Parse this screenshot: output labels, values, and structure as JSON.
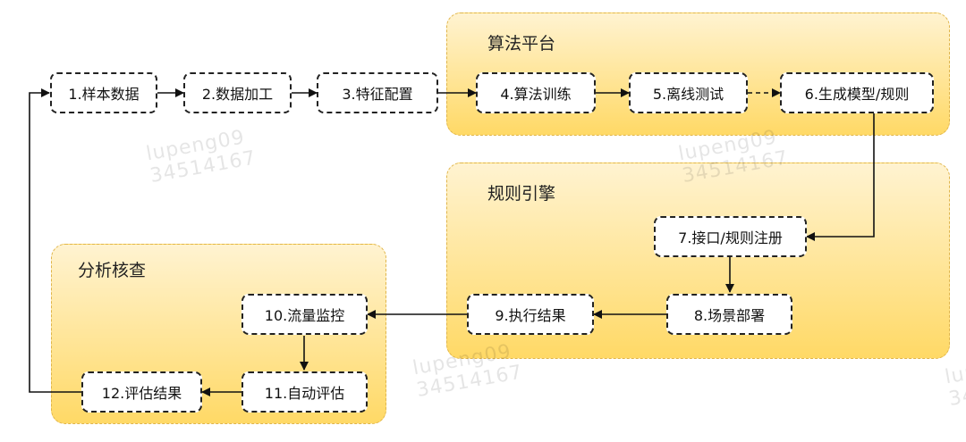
{
  "groups": {
    "algo": "算法平台",
    "rules": "规则引擎",
    "analysis": "分析核查"
  },
  "nodes": {
    "n1": "1.样本数据",
    "n2": "2.数据加工",
    "n3": "3.特征配置",
    "n4": "4.算法训练",
    "n5": "5.离线测试",
    "n6": "6.生成模型/规则",
    "n7": "7.接口/规则注册",
    "n8": "8.场景部署",
    "n9": "9.执行结果",
    "n10": "10.流量监控",
    "n11": "11.自动评估",
    "n12": "12.评估结果"
  },
  "watermark": {
    "user": "lupeng09",
    "id": "34514167"
  }
}
